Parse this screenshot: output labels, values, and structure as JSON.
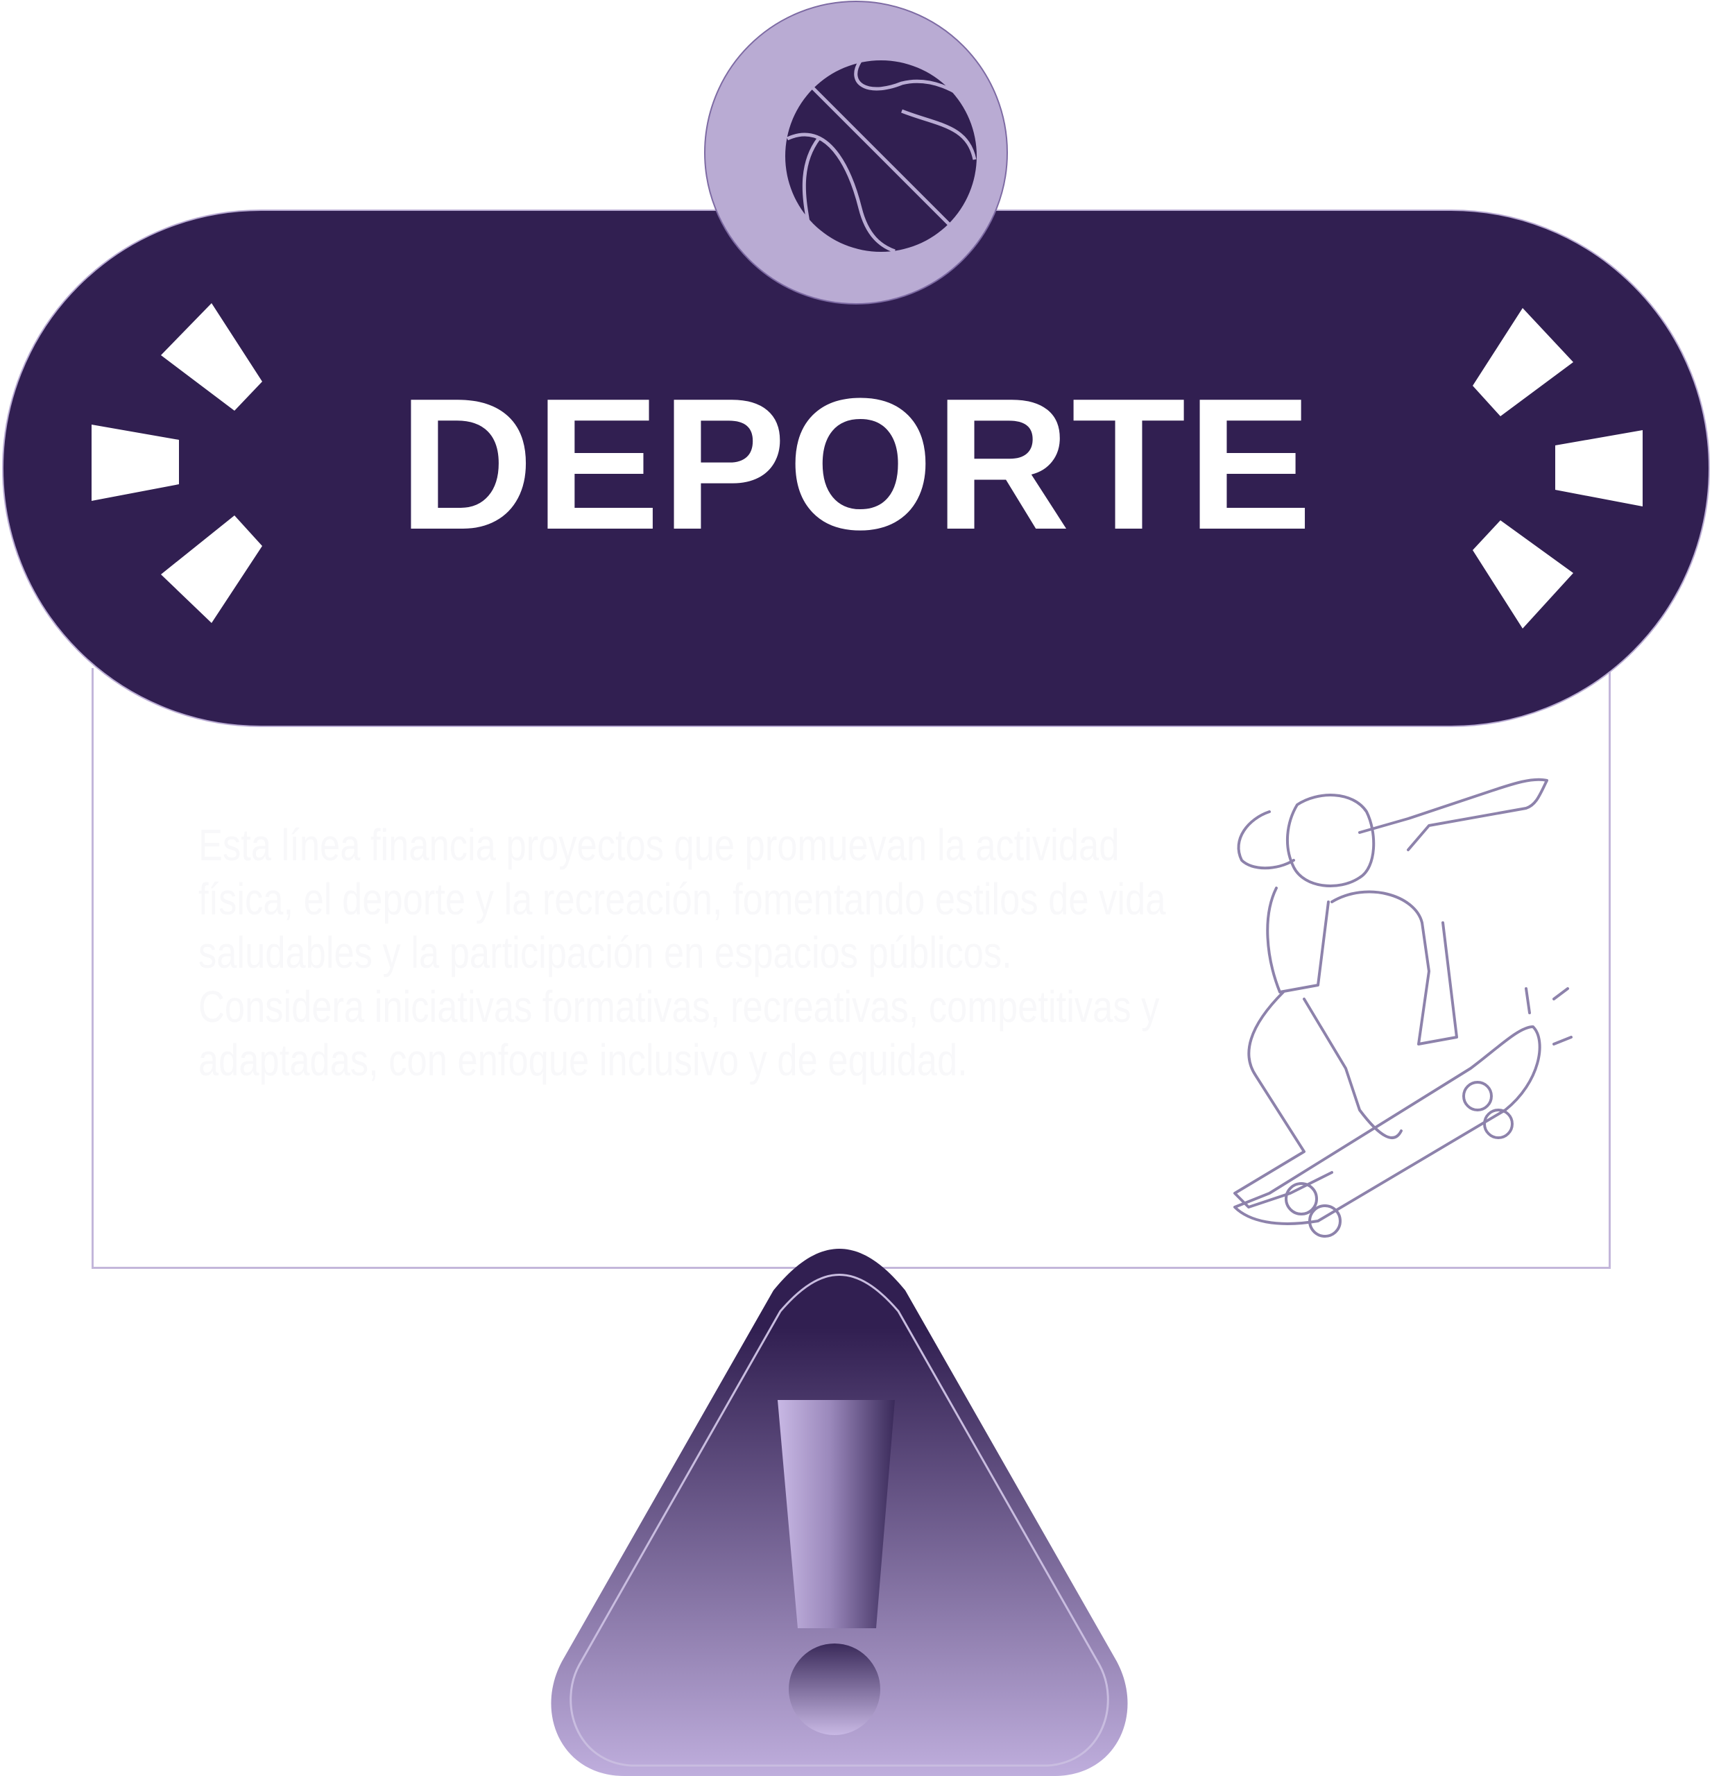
{
  "title": "DEPORTE",
  "description": "Esta línea financia proyectos que promuevan la actividad física, el deporte y la recreación, fomentando estilos de vida saludables y la participación en espacios públicos. Considera iniciativas formativas, recreativas, competitivas y adaptadas, con enfoque inclusivo y de equidad.",
  "icons": [
    "basketball-icon",
    "burst-icon",
    "skateboarder-illustration",
    "warning-triangle-icon"
  ],
  "colors": {
    "primary": "#311f51",
    "accent": "#b9abd3",
    "text": "#ffffff"
  }
}
